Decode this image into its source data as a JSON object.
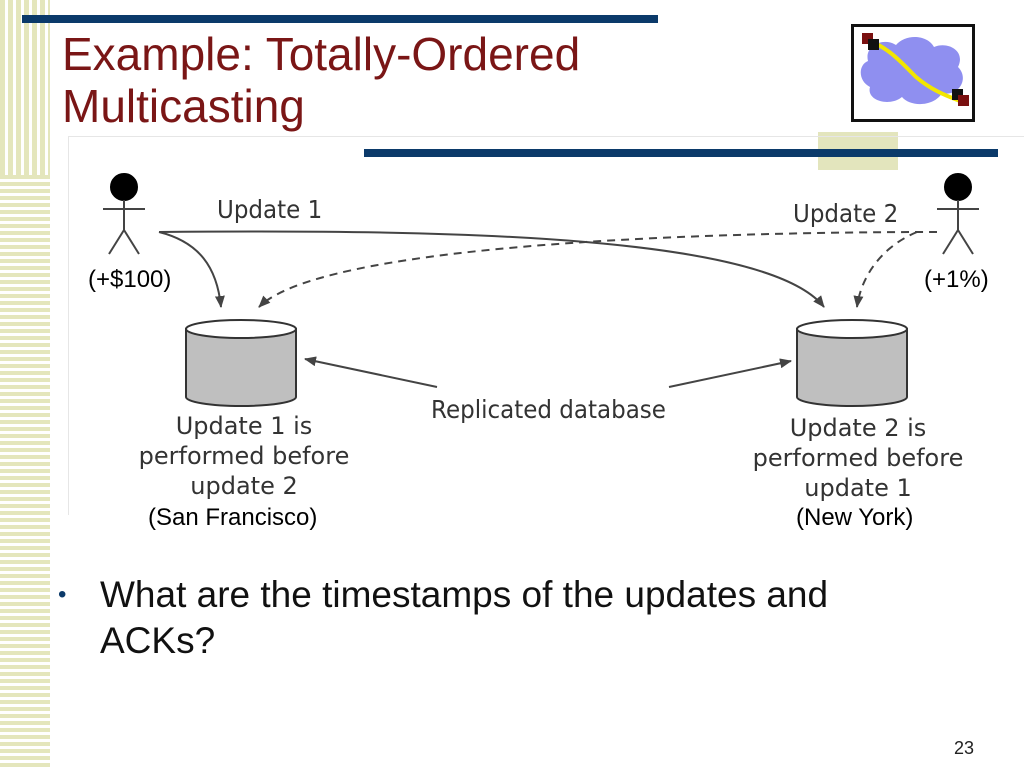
{
  "slide": {
    "title_line1": "Example: Totally-Ordered",
    "title_line2": "Multicasting",
    "bullet": "What are the timestamps of the updates and ACKs?",
    "page_number": "23",
    "logo_icon": "network-cloud-icon"
  },
  "diagram": {
    "update1_label": "Update 1",
    "update2_label": "Update 2",
    "replicated_label": "Replicated database",
    "left_db_caption_line1": "Update 1 is",
    "left_db_caption_line2": "performed before",
    "left_db_caption_line3": "update 2",
    "right_db_caption_line1": "Update 2 is",
    "right_db_caption_line2": "performed before",
    "right_db_caption_line3": "update 1",
    "left_amount": "(+$100)",
    "right_amount": "(+1%)",
    "left_location": "(San Francisco)",
    "right_location": "(New York)"
  },
  "colors": {
    "title": "#7a1616",
    "accent_bar": "#0b3a6a",
    "stripe": "#e4e6bc",
    "database_fill": "#bfbfbf",
    "cloud": "#8f8ff0",
    "link": "#f2e600"
  }
}
